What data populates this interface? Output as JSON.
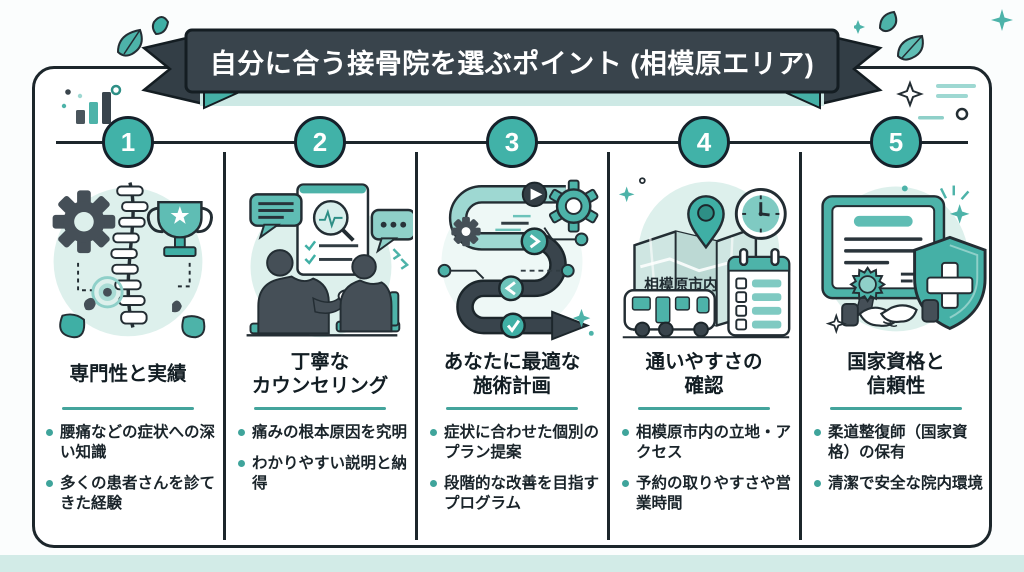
{
  "banner": {
    "title": "自分に合う接骨院を選ぶポイント (相模原エリア)"
  },
  "columns": [
    {
      "number": "1",
      "heading": "専門性と実績",
      "illustration": "spine-gear-trophy-illustration",
      "bullets": [
        "腰痛などの症状への深い知識",
        "多くの患者さんを診てきた経験"
      ]
    },
    {
      "number": "2",
      "heading": "丁寧な\nカウンセリング",
      "illustration": "counseling-illustration",
      "bullets": [
        "痛みの根本原因を究明",
        "わかりやすい説明と納得"
      ]
    },
    {
      "number": "3",
      "heading": "あなたに最適な\n施術計画",
      "illustration": "treatment-plan-path-illustration",
      "bullets": [
        "症状に合わせた個別のプラン提案",
        "段階的な改善を目指すプログラム"
      ]
    },
    {
      "number": "4",
      "heading": "通いやすさの\n確認",
      "illustration": "map-access-illustration",
      "illustration_label": "相模原市内",
      "bullets": [
        "相模原市内の立地・アクセス",
        "予約の取りやすさや営業時間"
      ]
    },
    {
      "number": "5",
      "heading": "国家資格と\n信頼性",
      "illustration": "certificate-shield-illustration",
      "bullets": [
        "柔道整復師（国家資格）の保有",
        "清潔で安全な院内環境"
      ]
    }
  ],
  "decorations": [
    "bar-chart-icon",
    "notes-lines-icon",
    "leaf-icon",
    "sparkle-icon"
  ],
  "colors": {
    "accent_teal": "#3fafa5",
    "teal_light": "#8fd0c9",
    "pale_teal": "#d2ebe7",
    "banner_slate": "#39444c",
    "outline_dark": "#1c262b"
  }
}
